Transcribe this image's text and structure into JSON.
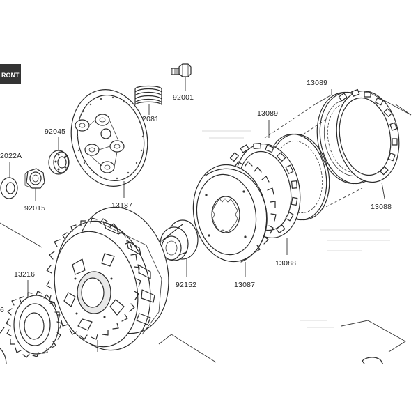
{
  "front_label": "RONT",
  "callouts": {
    "p92001": "92001",
    "p92081": "92081",
    "p92045": "92045",
    "p92022a": "2022A",
    "p92015": "92015",
    "p13187": "13187",
    "p13089_top": "13089",
    "p13089_mid": "13089",
    "p13088_right": "13088",
    "p13088_mid": "13088",
    "p13087": "13087",
    "p92152": "92152",
    "p13216": "13216",
    "p6": "6"
  }
}
